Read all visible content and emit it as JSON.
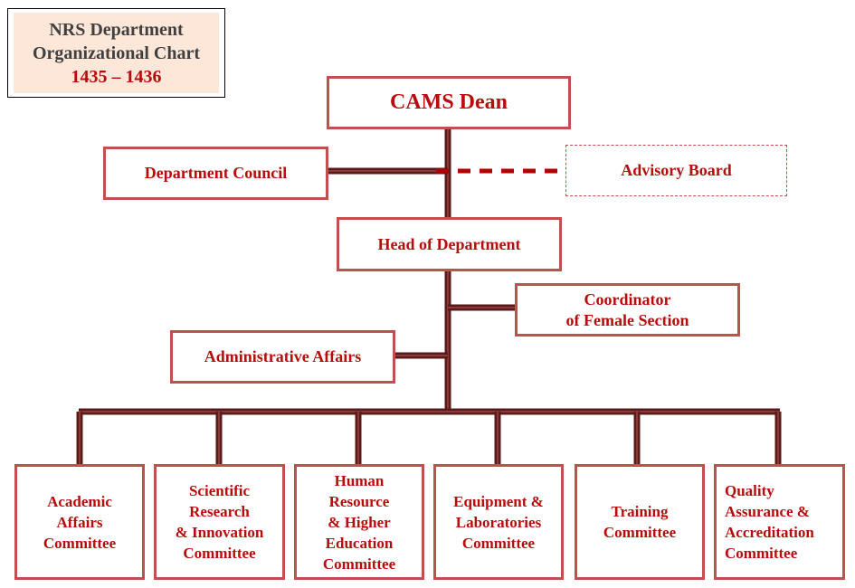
{
  "title": {
    "line1": "NRS Department",
    "line2": "Organizational Chart",
    "line3": "1435 – 1436"
  },
  "nodes": {
    "dean": "CAMS Dean",
    "department_council": "Department Council",
    "advisory_board": "Advisory Board",
    "head_of_department": "Head of Department",
    "coordinator": "Coordinator\nof Female Section",
    "administrative_affairs": "Administrative Affairs",
    "committees": [
      "Academic\nAffairs\nCommittee",
      "Scientific\nResearch\n& Innovation\nCommittee",
      "Human\nResource\n& Higher\nEducation\nCommittee",
      "Equipment &\nLaboratories\nCommittee",
      "Training\nCommittee",
      "Quality\nAssurance &\nAccreditation\nCommittee"
    ]
  },
  "colors": {
    "text": "#b80c0c",
    "border": "#c0504d",
    "connector": "#6b1f1f",
    "title_fill": "#fde7d9"
  }
}
